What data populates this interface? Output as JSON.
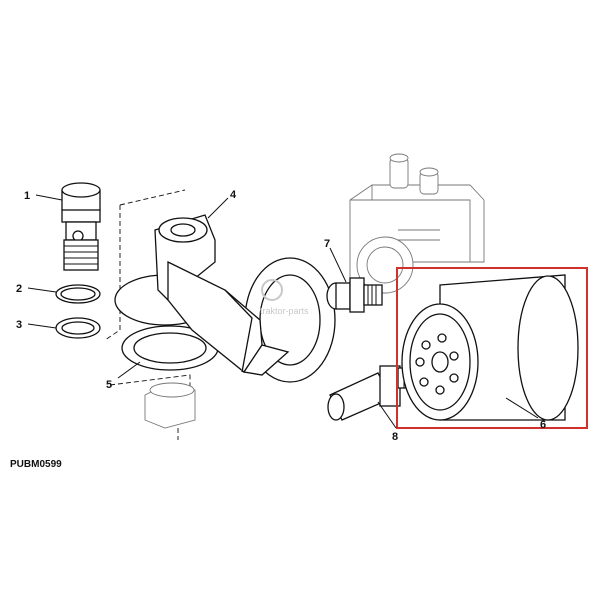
{
  "diagram": {
    "code": "PUBM0599",
    "watermark": "traktor-parts",
    "parts": [
      {
        "number": "1"
      },
      {
        "number": "2"
      },
      {
        "number": "3"
      },
      {
        "number": "4"
      },
      {
        "number": "5"
      },
      {
        "number": "6"
      },
      {
        "number": "7"
      },
      {
        "number": "8"
      }
    ],
    "highlight": {
      "part": "6",
      "color": "#d0312d"
    }
  }
}
